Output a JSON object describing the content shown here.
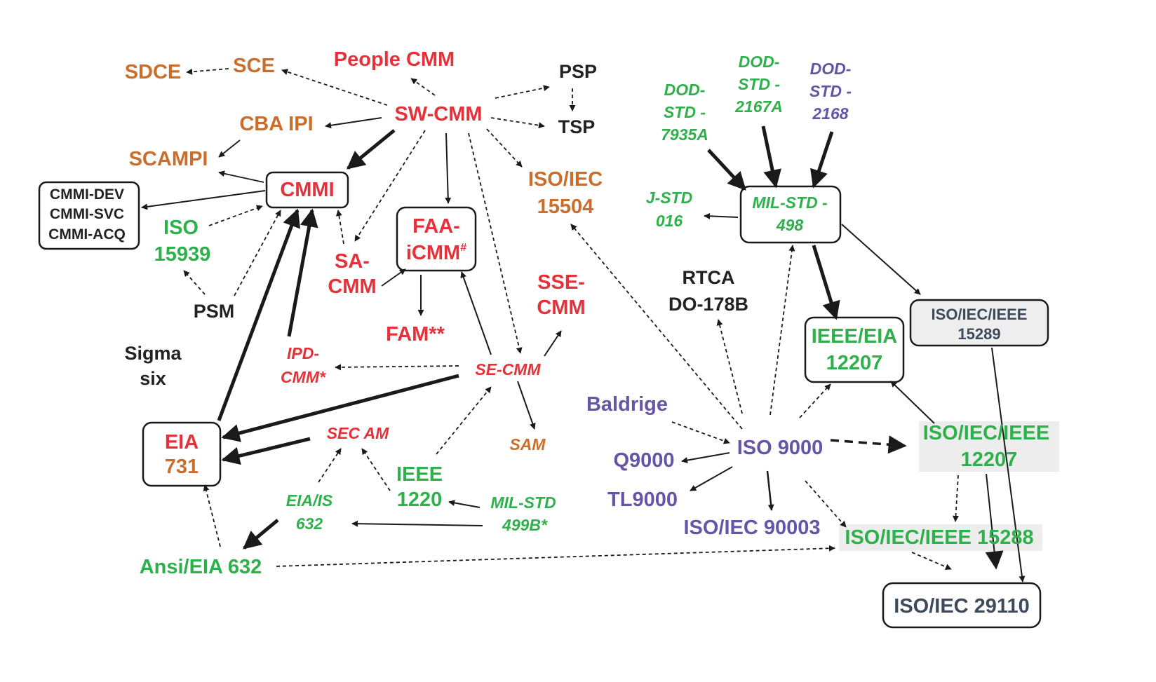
{
  "nodes": {
    "sdce": "SDCE",
    "sce": "SCE",
    "people_cmm": "People CMM",
    "psp": "PSP",
    "tsp": "TSP",
    "sw_cmm": "SW-CMM",
    "cba_ipi": "CBA IPI",
    "scampi": "SCAMPI",
    "cmmi": "CMMI",
    "cmmi_variants": [
      "CMMI-DEV",
      "CMMI-SVC",
      "CMMI-ACQ"
    ],
    "iso_15939": [
      "ISO",
      "15939"
    ],
    "psm": "PSM",
    "sa_cmm": [
      "SA-",
      "CMM"
    ],
    "faa_icmm": [
      "FAA-",
      "iCMM",
      "#"
    ],
    "iso_iec_15504": [
      "ISO/IEC",
      "15504"
    ],
    "fam": "FAM**",
    "sse_cmm": [
      "SSE-",
      "CMM"
    ],
    "sigma_six": [
      "Sigma",
      "six"
    ],
    "ipd_cmm": [
      "IPD-",
      "CMM*"
    ],
    "se_cmm": "SE-CMM",
    "eia_731": [
      "EIA",
      "731"
    ],
    "sec_am": "SEC AM",
    "sam": "SAM",
    "ieee_1220": [
      "IEEE",
      "1220"
    ],
    "eia_is_632": [
      "EIA/IS",
      "632"
    ],
    "mil_std_499b": [
      "MIL-STD",
      "499B*"
    ],
    "ansi_eia_632": "Ansi/EIA 632",
    "dod_std_7935a": [
      "DOD-",
      "STD -",
      "7935A"
    ],
    "dod_std_2167a": [
      "DOD-",
      "STD -",
      "2167A"
    ],
    "dod_std_2168": [
      "DOD-",
      "STD -",
      "2168"
    ],
    "j_std_016": [
      "J-STD",
      "016"
    ],
    "mil_std_498": [
      "MIL-STD -",
      "498"
    ],
    "rtca_do_178b": [
      "RTCA",
      "DO-178B"
    ],
    "ieee_eia_12207": [
      "IEEE/EIA",
      "12207"
    ],
    "iso_iec_ieee_15289": [
      "ISO/IEC/IEEE",
      "15289"
    ],
    "baldrige": "Baldrige",
    "iso_9000": "ISO 9000",
    "q9000": "Q9000",
    "tl9000": "TL9000",
    "iso_iec_90003": "ISO/IEC 90003",
    "iso_iec_ieee_12207": [
      "ISO/IEC/IEEE",
      "12207"
    ],
    "iso_iec_ieee_15288": "ISO/IEC/IEEE 15288",
    "iso_iec_29110": "ISO/IEC 29110"
  },
  "colors": {
    "red": "#e5323a",
    "orange": "#c96e2c",
    "green": "#2eb04b",
    "purple": "#6654a6",
    "black": "#222222",
    "slate": "#3d4a5c"
  }
}
